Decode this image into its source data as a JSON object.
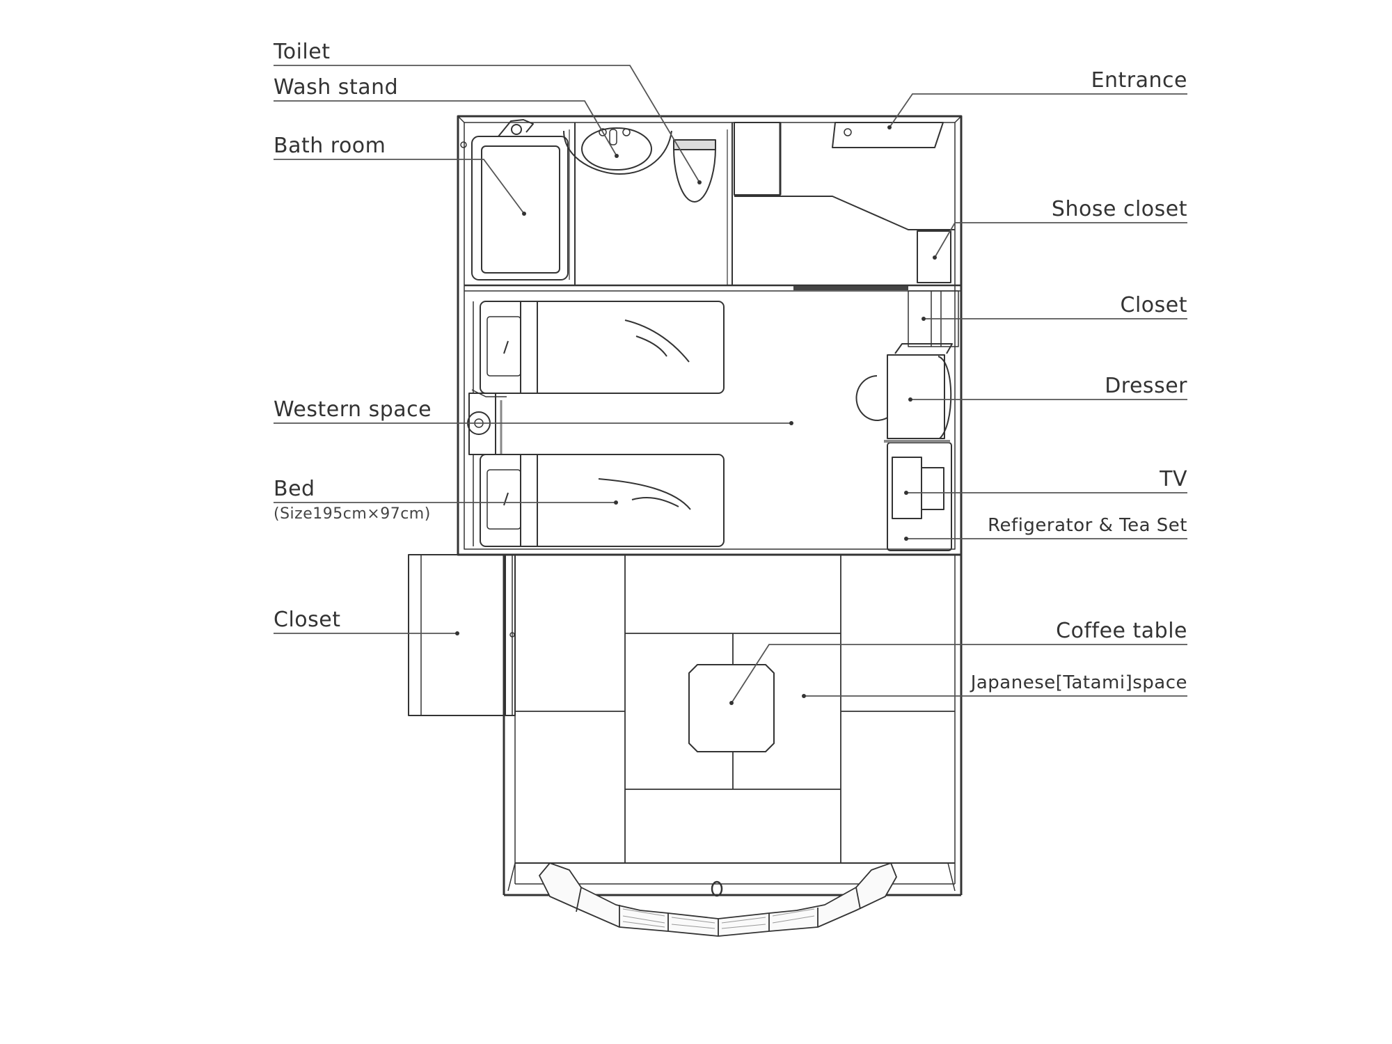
{
  "plan": {
    "title": "Hotel room floor plan",
    "line_color": "#333333",
    "leader_color": "#555555",
    "background": "#ffffff"
  },
  "labels": {
    "left": [
      {
        "id": "toilet",
        "text": "Toilet"
      },
      {
        "id": "wash_stand",
        "text": "Wash stand"
      },
      {
        "id": "bath_room",
        "text": "Bath room"
      },
      {
        "id": "western_space",
        "text": "Western space"
      },
      {
        "id": "bed",
        "text": "Bed",
        "sub": "(Size195cm×97cm)"
      },
      {
        "id": "closet_left",
        "text": "Closet"
      }
    ],
    "right": [
      {
        "id": "entrance",
        "text": "Entrance"
      },
      {
        "id": "shoe_closet",
        "text": "Shose closet"
      },
      {
        "id": "closet_right",
        "text": "Closet"
      },
      {
        "id": "dresser",
        "text": "Dresser"
      },
      {
        "id": "tv",
        "text": "TV"
      },
      {
        "id": "refrigerator",
        "text": "Refigerator & Tea Set"
      },
      {
        "id": "coffee_table",
        "text": "Coffee table"
      },
      {
        "id": "tatami",
        "text": "Japanese[Tatami]space"
      }
    ]
  }
}
